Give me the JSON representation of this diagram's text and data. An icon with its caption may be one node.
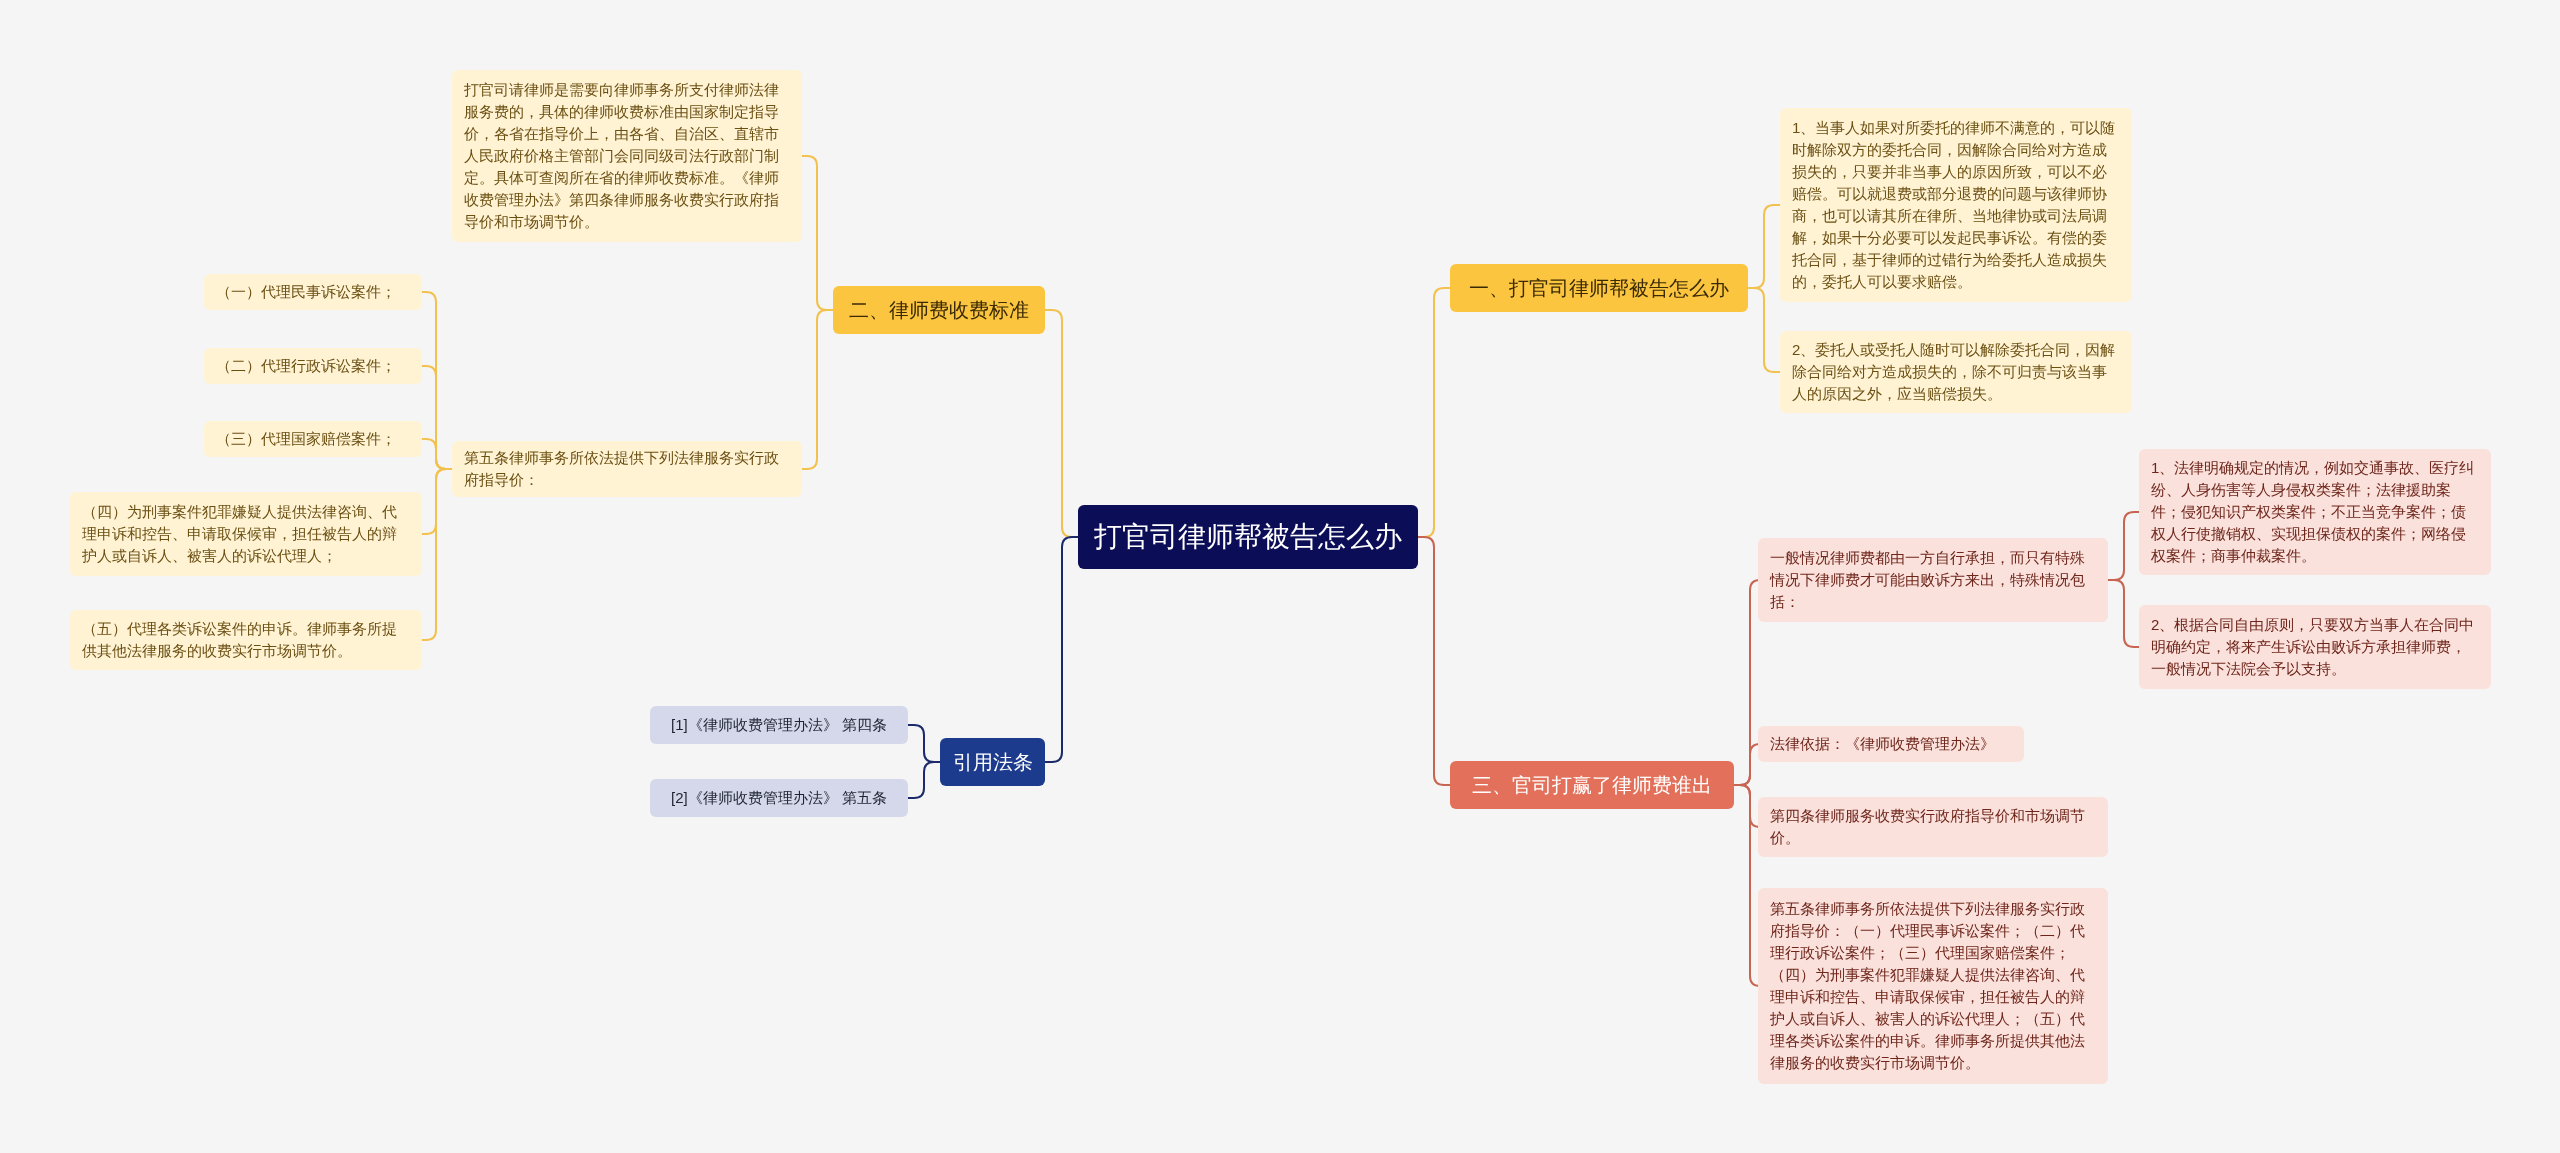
{
  "diagram": {
    "nodes": [
      {
        "text": [
          "打官司律师帮被告怎么办"
        ]
      },
      {
        "text": [
          "二、律师费收费标准"
        ]
      },
      {
        "text": [
          "打官司请律师是需要向律师事务所支付律师法律服务费的，具体的律师收费标准由国家制定指导价，各省在指导价上，由各省、自治区、直辖市人民政府价格主管部门会同同级司法行政部门制定。具体可查阅所在省的律师收费标准。《律师收费管理办法》第四条律师服务收费实行政府指导价和市场调节价。"
        ]
      },
      {
        "text": [
          "第五条律师事务所依法提供下列法律服务实行政府指导价："
        ]
      },
      {
        "text": [
          "（一）代理民事诉讼案件；"
        ]
      },
      {
        "text": [
          "（二）代理行政诉讼案件；"
        ]
      },
      {
        "text": [
          "（三）代理国家赔偿案件；"
        ]
      },
      {
        "text": [
          "（四）为刑事案件犯罪嫌疑人提供法律咨询、代理申诉和控告、申请取保候审，担任被告人的辩护人或自诉人、被害人的诉讼代理人；"
        ]
      },
      {
        "text": [
          "（五）代理各类诉讼案件的申诉。律师事务所提供其他法律服务的收费实行市场调节价。"
        ]
      },
      {
        "text": [
          "引用法条"
        ]
      },
      {
        "text": [
          "[1]《律师收费管理办法》 第四条"
        ]
      },
      {
        "text": [
          "[2]《律师收费管理办法》 第五条"
        ]
      },
      {
        "text": [
          "一、打官司律师帮被告怎么办"
        ]
      },
      {
        "text": [
          "1、当事人如果对所委托的律师不满意的，可以随时解除双方的委托合同，因解除合同给对方造成损失的，只要并非当事人的原因所致，可以不必赔偿。可以就退费或部分退费的问题与该律师协商，也可以请其所在律所、当地律协或司法局调解，如果十分必要可以发起民事诉讼。有偿的委托合同，基于律师的过错行为给委托人造成损失的，委托人可以要求赔偿。"
        ]
      },
      {
        "text": [
          "2、委托人或受托人随时可以解除委托合同，因解除合同给对方造成损失的，除不可归责与该当事人的原因之外，应当赔偿损失。"
        ]
      },
      {
        "text": [
          "三、官司打赢了律师费谁出"
        ]
      },
      {
        "text": [
          "一般情况律师费都由一方自行承担，而只有特殊情况下律师费才可能由败诉方来出，特殊情况包括："
        ]
      },
      {
        "text": [
          "1、法律明确规定的情况，例如交通事故、医疗纠纷、人身伤害等人身侵权类案件；法律援助案件；侵犯知识产权类案件；不正当竞争案件；债权人行使撤销权、实现担保债权的案件；网络侵权案件；商事仲裁案件。"
        ]
      },
      {
        "text": [
          "2、根据合同自由原则，只要双方当事人在合同中明确约定，将来产生诉讼由败诉方承担律师费，一般情况下法院会予以支持。"
        ]
      },
      {
        "text": [
          "法律依据：《律师收费管理办法》"
        ]
      },
      {
        "text": [
          "第四条律师服务收费实行政府指导价和市场调节价。"
        ]
      },
      {
        "text": [
          "第五条律师事务所依法提供下列法律服务实行政府指导价：（一）代理民事诉讼案件；（二）代理行政诉讼案件；（三）代理国家赔偿案件；（四）为刑事案件犯罪嫌疑人提供法律咨询、代理申诉和控告、申请取保候审，担任被告人的辩护人或自诉人、被害人的诉讼代理人；（五）代理各类诉讼案件的申诉。律师事务所提供其他法律服务的收费实行市场调节价。"
        ]
      }
    ],
    "edges": [
      {
        "from": 0,
        "to": 1,
        "arrow": "none",
        "color": "#f2c14e"
      },
      {
        "from": 1,
        "to": 2,
        "arrow": "none",
        "color": "#f2c14e"
      },
      {
        "from": 1,
        "to": 3,
        "arrow": "none",
        "color": "#f2c14e"
      },
      {
        "from": 3,
        "to": 4,
        "arrow": "none",
        "color": "#f2c14e"
      },
      {
        "from": 3,
        "to": 5,
        "arrow": "none",
        "color": "#f2c14e"
      },
      {
        "from": 3,
        "to": 6,
        "arrow": "none",
        "color": "#f2c14e"
      },
      {
        "from": 3,
        "to": 7,
        "arrow": "none",
        "color": "#f2c14e"
      },
      {
        "from": 3,
        "to": 8,
        "arrow": "none",
        "color": "#f2c14e"
      },
      {
        "from": 0,
        "to": 9,
        "arrow": "none",
        "color": "#1c2a6b"
      },
      {
        "from": 9,
        "to": 10,
        "arrow": "none",
        "color": "#1c2a6b"
      },
      {
        "from": 9,
        "to": 11,
        "arrow": "none",
        "color": "#1c2a6b"
      },
      {
        "from": 0,
        "to": 12,
        "arrow": "none",
        "color": "#f2c14e"
      },
      {
        "from": 12,
        "to": 13,
        "arrow": "none",
        "color": "#f2c14e"
      },
      {
        "from": 12,
        "to": 14,
        "arrow": "none",
        "color": "#f2c14e"
      },
      {
        "from": 0,
        "to": 15,
        "arrow": "none",
        "color": "#c86552"
      },
      {
        "from": 15,
        "to": 16,
        "arrow": "none",
        "color": "#c86552"
      },
      {
        "from": 16,
        "to": 17,
        "arrow": "none",
        "color": "#c86552"
      },
      {
        "from": 16,
        "to": 18,
        "arrow": "none",
        "color": "#c86552"
      },
      {
        "from": 15,
        "to": 19,
        "arrow": "none",
        "color": "#c86552"
      },
      {
        "from": 15,
        "to": 20,
        "arrow": "none",
        "color": "#c86552"
      },
      {
        "from": 15,
        "to": 21,
        "arrow": "none",
        "color": "#c86552"
      }
    ]
  }
}
